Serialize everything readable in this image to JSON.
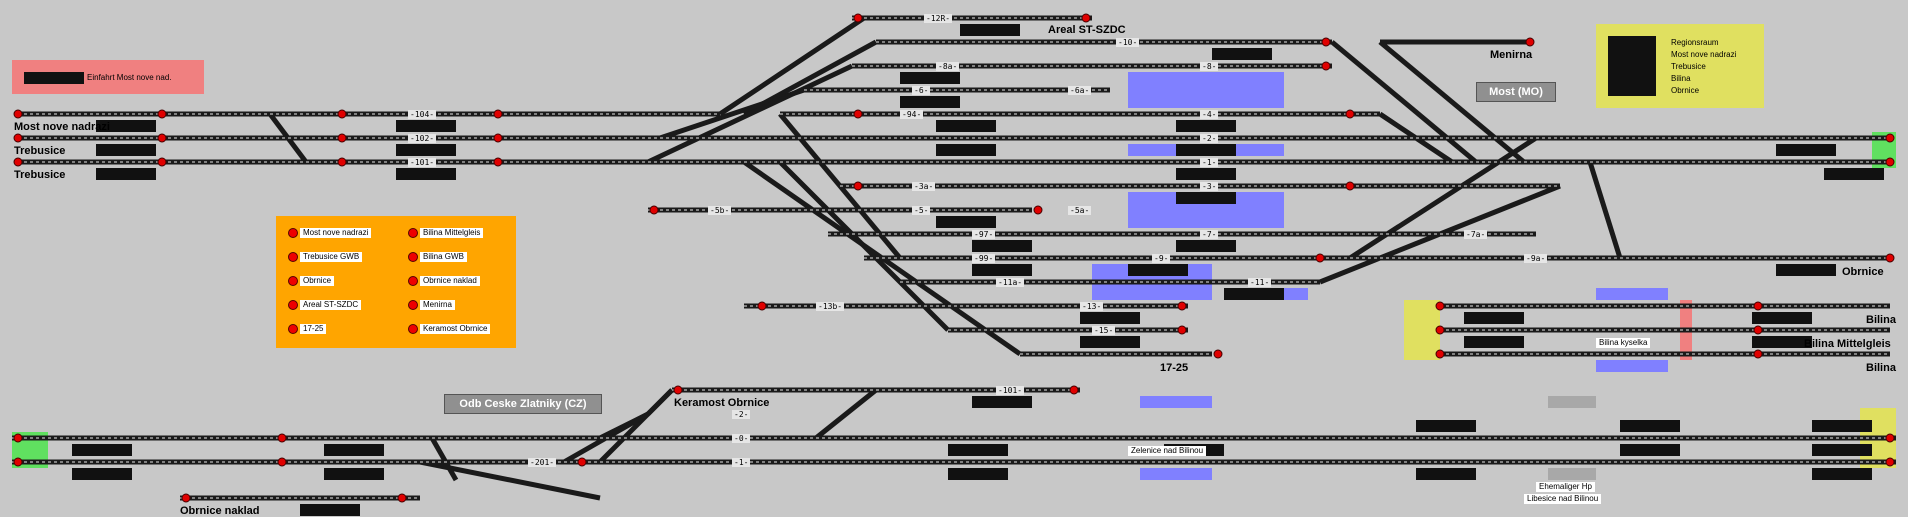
{
  "stations": {
    "most_nove_nadrazi": "Most nove nadrazi",
    "trebusice_1": "Trebusice",
    "trebusice_2": "Trebusice",
    "areal": "Areal ST-SZDC",
    "menirna": "Menirna",
    "most_mo": "Most (MO)",
    "obrnice": "Obrnice",
    "bilina_1": "Bilina",
    "bilina_mittelgleis": "Bilina Mittelgleis",
    "bilina_2": "Bilina",
    "t1725": "17-25",
    "keramost": "Keramost Obrnice",
    "odb_ceske": "Odb Ceske Zlatniky (CZ)",
    "obrnice_naklad": "Obrnice naklad",
    "bilina_kyselka": "Bilina kyselka",
    "zelenice": "Zelenice nad Bilinou",
    "ehemaliger": "Ehemaliger Hp",
    "libesice": "Libesice nad Bilinou",
    "einfahrt": "Einfahrt Most nove nad."
  },
  "track_numbers": {
    "t12r": "-12R-",
    "t10": "-10-",
    "t8a": "-8a-",
    "t8": "-8-",
    "t6a": "-6a-",
    "t6": "-6-",
    "t104": "-104-",
    "t102": "-102-",
    "t101": "-101-",
    "t94": "-94-",
    "t4": "-4-",
    "t2": "-2-",
    "t1": "-1-",
    "t3": "-3-",
    "t3a": "-3a-",
    "t5": "-5-",
    "t5a": "-5a-",
    "t5b": "-5b-",
    "t97": "-97-",
    "t7": "-7-",
    "t7a": "-7a-",
    "t99": "-99-",
    "t9": "-9-",
    "t9a": "-9a-",
    "t11a": "-11a-",
    "t11": "-11-",
    "t13b": "-13b-",
    "t13": "-13-",
    "t15": "-15-",
    "b101": "-101-",
    "b2": "-2-",
    "b0": "-0-",
    "b1": "-1-",
    "b201": "-201-"
  },
  "legend_right": [
    "Regionsraum",
    "Most nove nadrazi",
    "Trebusice",
    "Bilina",
    "Obrnice"
  ],
  "legend_orange": [
    "Most nove nadrazi",
    "Bilina Mittelgleis",
    "Trebusice GWB",
    "Bilina GWB",
    "Obrnice",
    "Obrnice naklad",
    "Areal ST-SZDC",
    "Menirna",
    "17-25",
    "Keramost Obrnice"
  ],
  "colors": {
    "background": "#c8c8c8",
    "track": "#1a1a1a",
    "signal_red": "#e00000",
    "orange_panel": "#ffa500",
    "yellow_panel": "#e0e060",
    "red_panel": "#f08080",
    "blue_platform": "#8080ff",
    "green_end": "#60e060"
  }
}
